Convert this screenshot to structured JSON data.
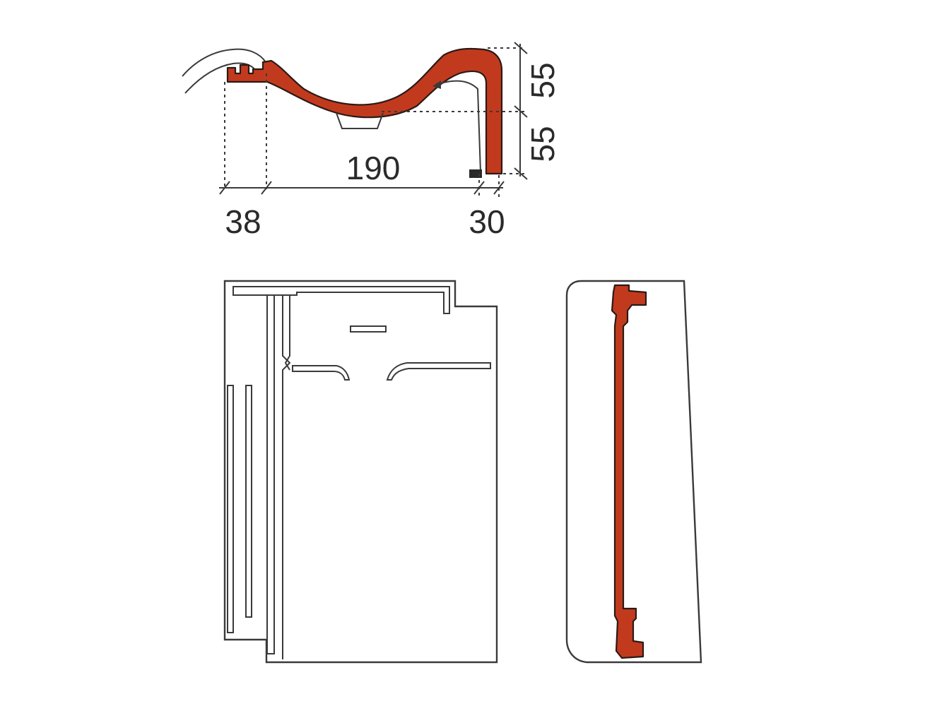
{
  "colors": {
    "tile_section": "#c23a1e",
    "line": "#3a3a3a",
    "background": "#ffffff"
  },
  "dimensions": {
    "left_lap": "38",
    "cover_width": "190",
    "right_lap": "30",
    "height_upper": "55",
    "height_lower": "55"
  }
}
